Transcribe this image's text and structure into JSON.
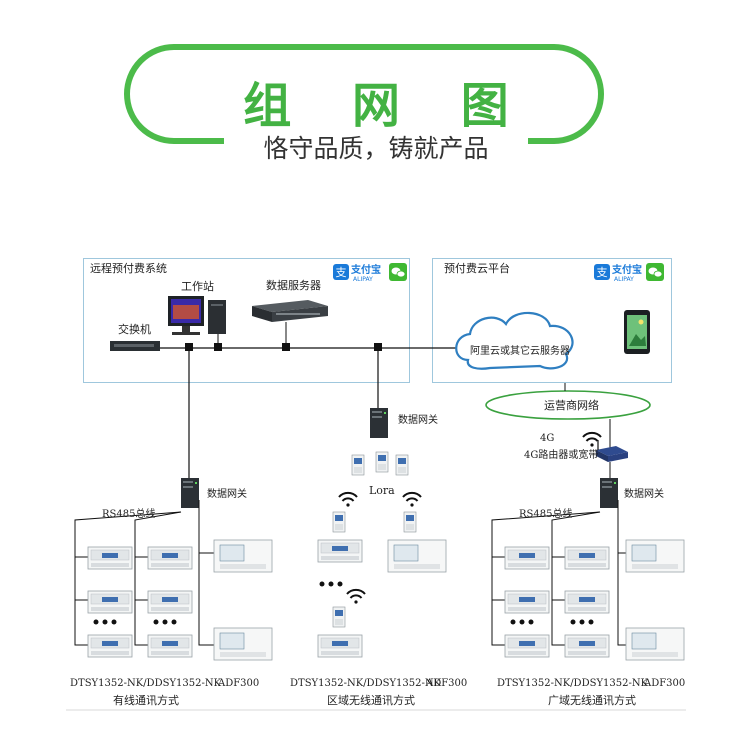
{
  "header": {
    "title": "组 网 图",
    "subtitle": "恪守品质，铸就产品"
  },
  "panels": {
    "remote_system": "远程预付费系统",
    "cloud_platform": "预付费云平台"
  },
  "payment": {
    "alipay_cn": "支付宝",
    "alipay_en": "ALIPAY"
  },
  "nodes": {
    "switch": "交换机",
    "workstation": "工作站",
    "data_server": "数据服务器",
    "cloud_server": "阿里云或其它云服务器",
    "carrier_network": "运营商网络",
    "gateway": "数据网关",
    "lora": "Lora",
    "cellular": "4G",
    "router": "4G路由器或宽带",
    "rs485": "RS485总线"
  },
  "sections": {
    "wired": {
      "meters_label": "DTSY1352-NK/DDSY1352-NK",
      "adf_label": "ADF300",
      "caption": "有线通讯方式"
    },
    "regional_wireless": {
      "meters_label": "DTSY1352-NK/DDSY1352-NK",
      "adf_label": "ADF300",
      "caption": "区域无线通讯方式"
    },
    "wide_wireless": {
      "meters_label": "DTSY1352-NK/DDSY1352-NK",
      "adf_label": "ADF300",
      "caption": "广域无线通讯方式"
    }
  },
  "colors": {
    "brand_green": "#43b243",
    "panel_border": "#9fc7dd",
    "alipay_blue": "#1a7ad9",
    "wechat_green": "#3fb832"
  }
}
